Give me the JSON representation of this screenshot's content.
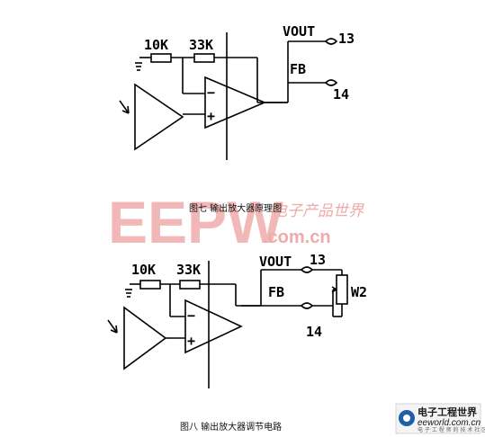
{
  "figure7": {
    "caption": "图七 输出放大器原理图",
    "resistor1": "10K",
    "resistor2": "33K",
    "vout": "VOUT",
    "fb": "FB",
    "pin13": "13",
    "pin14": "14",
    "minus": "−",
    "plus": "+"
  },
  "figure8": {
    "caption": "图八 输出放大器调节电路",
    "resistor1": "10K",
    "resistor2": "33K",
    "vout": "VOUT",
    "fb": "FB",
    "pin13": "13",
    "pin14": "14",
    "pot": "W2",
    "minus": "−",
    "plus": "+"
  },
  "watermark": {
    "big": "EEPW",
    "url": ".com.cn",
    "cn": "电子产品世界"
  },
  "logo": {
    "name": "电子工程世界",
    "url": "eeworld.com.cn",
    "sub": "电 子 工 程 师 的 技 术 社 区",
    "accent": "#1f5fa8"
  },
  "colors": {
    "line": "#000000",
    "watermark": "#f2b8b8"
  }
}
